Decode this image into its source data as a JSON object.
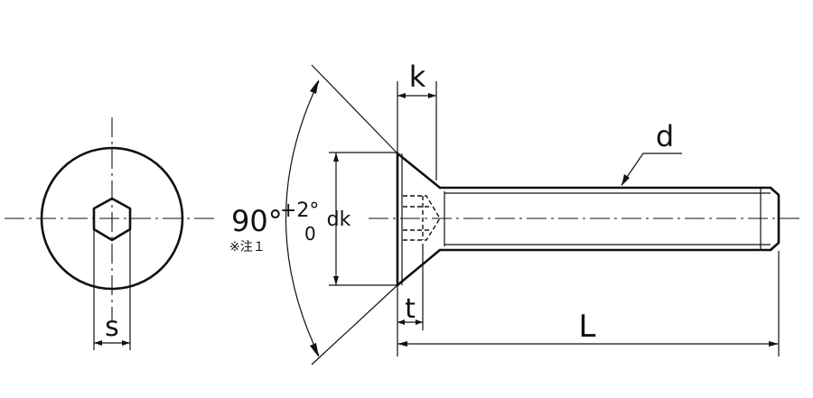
{
  "labels": {
    "k": "k",
    "d": "d",
    "dk": "dk",
    "s": "s",
    "t": "t",
    "L": "L",
    "angle": "90°",
    "tol_plus": "+2°",
    "tol_zero": "0",
    "note": "※注１"
  }
}
